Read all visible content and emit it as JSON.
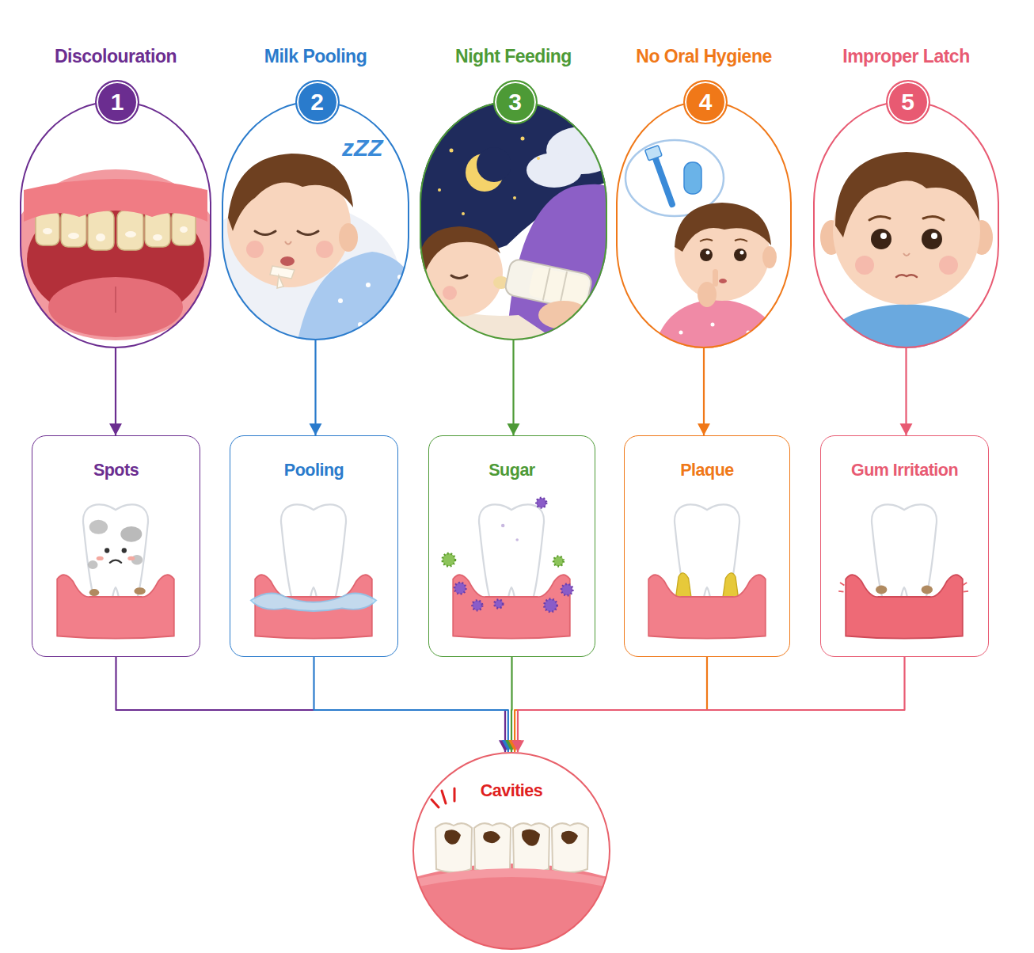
{
  "diagram": {
    "nodes": [
      {
        "text": [
          "Discolouration"
        ]
      },
      {
        "text": [
          "1"
        ],
        "in": 0
      },
      {
        "text": [
          "Milk Pooling"
        ]
      },
      {
        "text": [
          "2"
        ],
        "in": 2
      },
      {
        "text": [
          "Night Feeding"
        ]
      },
      {
        "text": [
          "3"
        ],
        "in": 4
      },
      {
        "text": [
          "No Oral Hygiene"
        ]
      },
      {
        "text": [
          "4"
        ],
        "in": 6
      },
      {
        "text": [
          "Improper Latch"
        ]
      },
      {
        "text": [
          "5"
        ],
        "in": 8
      },
      {
        "text": [
          "Spots"
        ]
      },
      {
        "text": [
          "Pooling"
        ]
      },
      {
        "text": [
          "Sugar"
        ]
      },
      {
        "text": [
          "Plaque"
        ]
      },
      {
        "text": [
          "Gum Irritation"
        ]
      },
      {
        "text": [
          "Cavities"
        ]
      }
    ],
    "edges": [
      {
        "from": 0,
        "to": 10,
        "arrow": "to"
      },
      {
        "from": 2,
        "to": 11,
        "arrow": "to"
      },
      {
        "from": 4,
        "to": 12,
        "arrow": "to"
      },
      {
        "from": 6,
        "to": 13,
        "arrow": "to"
      },
      {
        "from": 8,
        "to": 14,
        "arrow": "to"
      },
      {
        "from": 10,
        "to": 15,
        "arrow": "to"
      },
      {
        "from": 11,
        "to": 15,
        "arrow": "to"
      },
      {
        "from": 12,
        "to": 15,
        "arrow": "to"
      },
      {
        "from": 13,
        "to": 15,
        "arrow": "to"
      },
      {
        "from": 14,
        "to": 15,
        "arrow": "to"
      }
    ],
    "labels": [
      "zZZ"
    ]
  }
}
